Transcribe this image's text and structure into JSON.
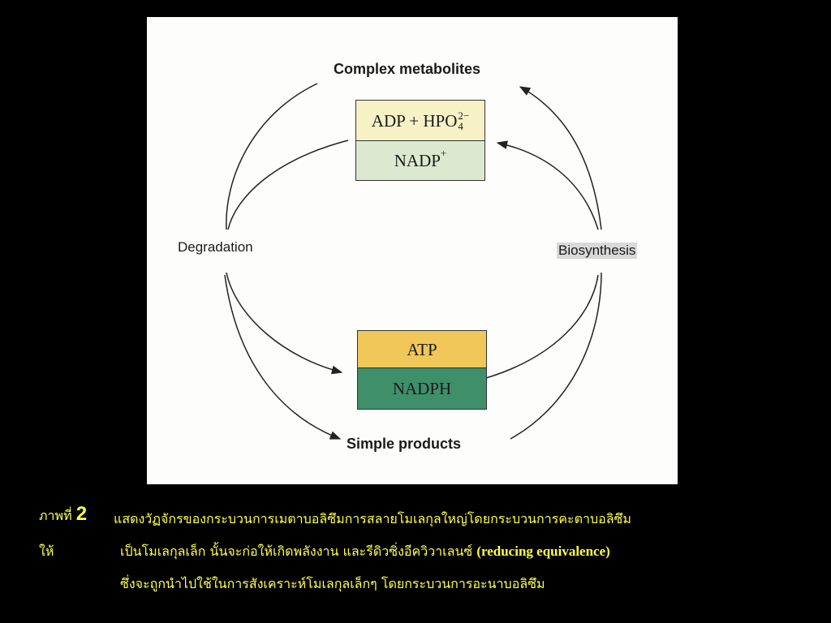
{
  "diagram": {
    "top_label": "Complex metabolites",
    "bottom_label": "Simple products",
    "left_label": "Degradation",
    "right_label": "Biosynthesis",
    "top_box": {
      "row1_main": "ADP + HPO",
      "row1_sup": "2−",
      "row1_sub": "4",
      "row2_main": "NADP",
      "row2_sup": "+"
    },
    "bottom_box": {
      "row1": "ATP",
      "row2": "NADPH"
    },
    "colors": {
      "top_row1": "#f7f2c6",
      "top_row2": "#dce9d0",
      "bottom_row1": "#f1c75a",
      "bottom_row2": "#3f8f6b",
      "figure_bg": "#fdfdfb",
      "caption_text": "#ffff4d"
    }
  },
  "caption": {
    "prefix": "ภาพที่",
    "number": "2",
    "line1": "แสดงวัฏจักรของกระบวนการเมตาบอลิซึมการสลายโมเลกุลใหญ่โดยกระบวนการคะตาบอลิซึม",
    "line2_lead": "ให้",
    "line2": "เป็นโมเลกุลเล็ก นั้นจะก่อให้เกิดพลังงาน และรีดิวซิ่งอีควิวาเลนซ์",
    "line2_en": "(reducing equivalence)",
    "line3": "ซึ่งจะถูกนำไปใช้ในการสังเคราะห์โมเลกุลเล็กๆ โดยกระบวนการอะนาบอลิซึม"
  }
}
